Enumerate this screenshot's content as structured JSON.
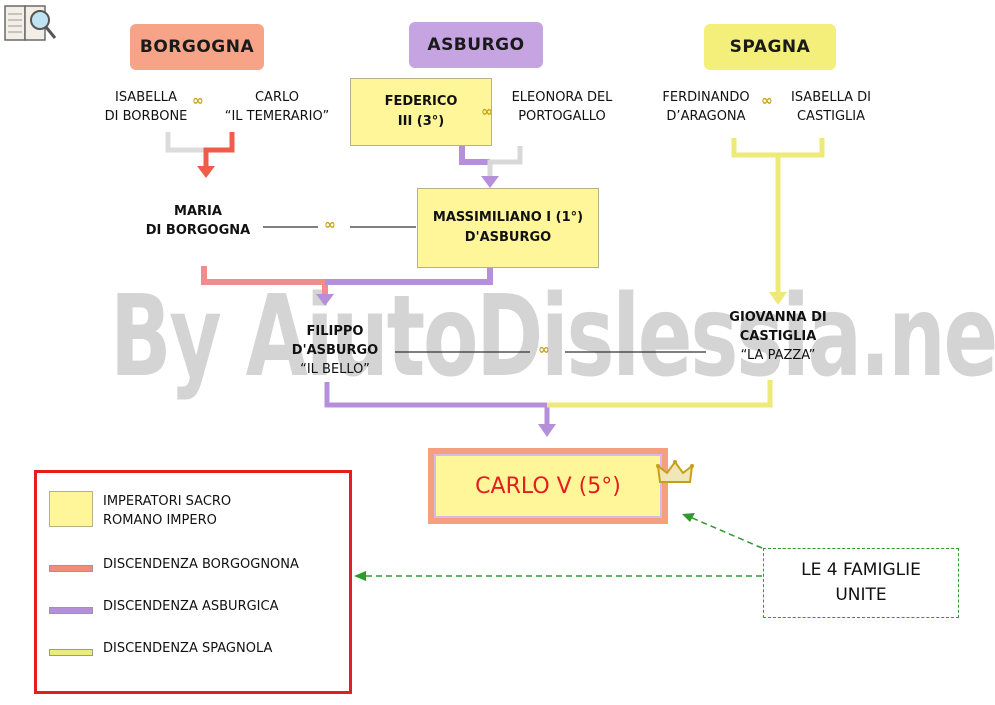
{
  "houses": {
    "borgogna": {
      "label": "BORGOGNA",
      "color": "#f7a387"
    },
    "asburgo": {
      "label": "ASBURGO",
      "color": "#c6a4e2"
    },
    "spagna": {
      "label": "SPAGNA",
      "color": "#f4ef7a"
    }
  },
  "people": {
    "isabella_borbone": {
      "line1": "ISABELLA",
      "line2": "DI BORBONE"
    },
    "carlo_temerario": {
      "line1": "CARLO",
      "line2": "“IL TEMERARIO”"
    },
    "federico": {
      "line1": "FEDERICO",
      "line2": "III (3°)"
    },
    "eleonora": {
      "line1": "ELEONORA DEL",
      "line2": "PORTOGALLO"
    },
    "ferdinando": {
      "line1": "FERDINANDO",
      "line2": "D’ARAGONA"
    },
    "isabella_castiglia": {
      "line1": "ISABELLA DI",
      "line2": "CASTIGLIA"
    },
    "maria": {
      "line1": "MARIA",
      "line2": "DI BORGOGNA"
    },
    "massimiliano": {
      "line1": "MASSIMILIANO I (1°)",
      "line2": "D'ASBURGO"
    },
    "filippo": {
      "line1": "FILIPPO",
      "line2": "D'ASBURGO",
      "line3": "“IL BELLO”"
    },
    "giovanna": {
      "line1": "GIOVANNA DI",
      "line2": "CASTIGLIA",
      "line3": "“LA PAZZA”"
    },
    "carlo_v": {
      "label": "CARLO V (5°)"
    }
  },
  "watermark": "By AiutoDislessia.net",
  "legend": {
    "items": [
      {
        "label": "IMPERATORI SACRO",
        "label2": "ROMANO IMPERO",
        "color": "#fff599"
      },
      {
        "label": "DISCENDENZA BORGOGNONA",
        "color": "#f28b78"
      },
      {
        "label": "DISCENDENZA ASBURGICA",
        "color": "#b58fd9"
      },
      {
        "label": "DISCENDENZA SPAGNOLA",
        "color": "#ecec7a"
      }
    ]
  },
  "note": {
    "line1": "LE 4 FAMIGLIE",
    "line2": "UNITE"
  },
  "icons": {
    "book": "book-magnifier-icon",
    "marriage": "wedding-rings-icon",
    "crown": "crown-icon"
  }
}
